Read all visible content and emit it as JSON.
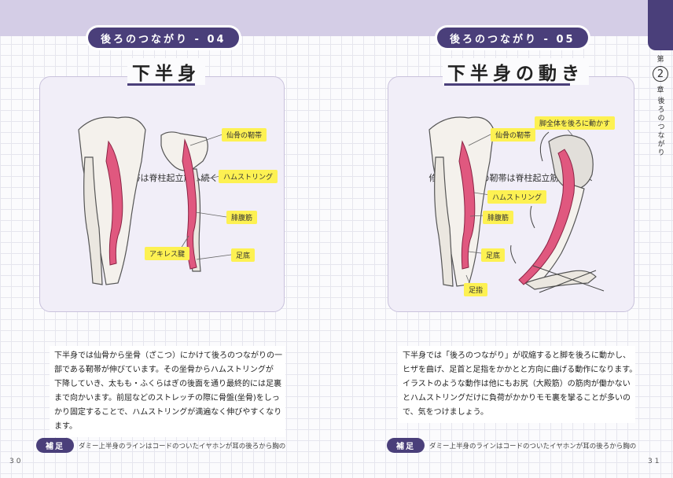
{
  "chapter": {
    "prefix": "第",
    "number": "2",
    "suffix": "章",
    "title": "後ろのつながり"
  },
  "left": {
    "section_label": "後ろのつながり - 04",
    "title": "下半身",
    "subtitle": "仙骨の靭帯は脊柱起立筋へ続くよ",
    "labels": {
      "sacral_ligament": "仙骨の靭帯",
      "hamstring": "ハムストリング",
      "gastrocnemius": "腓腹筋",
      "achilles": "アキレス腱",
      "sole": "足底"
    },
    "body_lines": [
      "下半身では仙骨から坐骨（ざこつ）にかけて後ろのつながりの一",
      "部である靭帯が伸びています。その坐骨からハムストリングが",
      "下降していき、太もも・ふくらはぎの後面を通り最終的には足裏",
      "まで向かいます。前屈などのストレッチの際に骨盤(坐骨)をしっ",
      "かり固定することで、ハムストリングが満遍なく伸びやすくなり",
      "ます。"
    ],
    "note_badge": "補足",
    "note_text": "ダミー上半身のラインはコードのついたイヤホンが耳の後ろから胸の",
    "page_number": "30"
  },
  "right": {
    "section_label": "後ろのつながり - 05",
    "title": "下半身の動き",
    "subtitle": "修正あり仙骨の靭帯は脊柱起立筋へ続くよ",
    "labels": {
      "whole_leg": "脚全体を後ろに動かす",
      "sacral_ligament": "仙骨の靭帯",
      "hamstring": "ハムストリング",
      "gastrocnemius": "腓腹筋",
      "sole": "足底",
      "toes": "足指"
    },
    "body_lines": [
      "下半身では「後ろのつながり」が収縮すると脚を後ろに動かし、",
      "ヒザを曲げ、足首と足指をかかとと方向に曲げる動作になります。",
      "イラストのような動作は他にもお尻（大殿筋）の筋肉が働かない",
      "とハムストリングだけに負荷がかかりモモ裏を攣ることが多いの",
      "で、気をつけましょう。"
    ],
    "note_badge": "補足",
    "note_text": "ダミー上半身のラインはコードのついたイヤホンが耳の後ろから胸の",
    "page_number": "31"
  },
  "colors": {
    "accent": "#4a3f7a",
    "band": "#d4cde6",
    "card_bg": "#f1eef8",
    "muscle": "#e0587f",
    "label_yellow": "#fdf152"
  }
}
